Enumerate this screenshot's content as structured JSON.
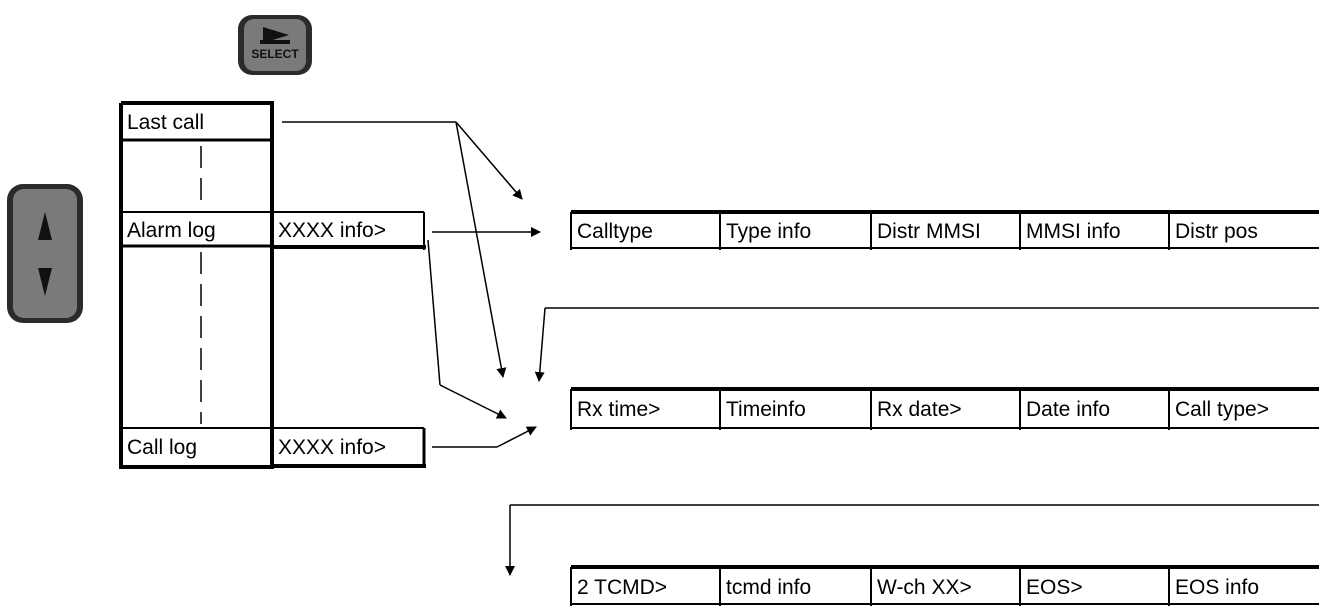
{
  "buttons": {
    "select_label": "SELECT"
  },
  "menu": {
    "last_call": "Last call",
    "alarm_log": "Alarm log",
    "call_log": "Call log",
    "alarm_info": "XXXX info>",
    "call_info": "XXXX info>"
  },
  "rows": {
    "row1": [
      "Calltype",
      "Type info",
      "Distr MMSI",
      "MMSI info",
      "Distr pos"
    ],
    "row2": [
      "Rx time>",
      "Timeinfo",
      "Rx date>",
      "Date info",
      "Call type>"
    ],
    "row3": [
      "2 TCMD>",
      "tcmd info",
      "W-ch XX>",
      "EOS>",
      "EOS info"
    ]
  },
  "icons": {
    "select_button": "play-triangle-icon",
    "navigation_button": "up-down-arrows-icon"
  },
  "colors": {
    "button_fill": "#7a7a7a",
    "button_border": "#2b2b2b"
  }
}
